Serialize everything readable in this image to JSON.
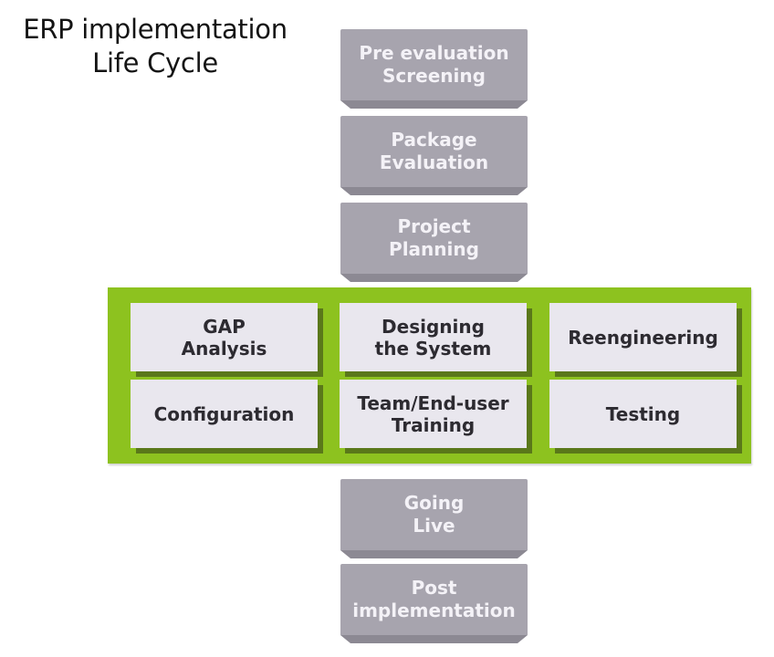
{
  "title": {
    "line1": "ERP implementation",
    "line2": "Life Cycle"
  },
  "colors": {
    "green-band": "#8DC21F",
    "gray-box": "#A7A4AE",
    "gray-bevel": "#8C8993",
    "gray-box-text": "#F4F2F7",
    "light-box": "#E9E7EE",
    "light-box-text": "#2D2B31",
    "title-text": "#141414"
  },
  "stages": {
    "pre": [
      {
        "label": "Pre evaluation\nScreening"
      },
      {
        "label": "Package\nEvaluation"
      },
      {
        "label": "Project\nPlanning"
      }
    ],
    "implementation_row1": [
      {
        "label": "GAP\nAnalysis"
      },
      {
        "label": "Designing\nthe System"
      },
      {
        "label": "Reengineering"
      }
    ],
    "implementation_row2": [
      {
        "label": "Configuration"
      },
      {
        "label": "Team/End-user\nTraining"
      },
      {
        "label": "Testing"
      }
    ],
    "post": [
      {
        "label": "Going\nLive"
      },
      {
        "label": "Post\nimplementation"
      }
    ]
  }
}
